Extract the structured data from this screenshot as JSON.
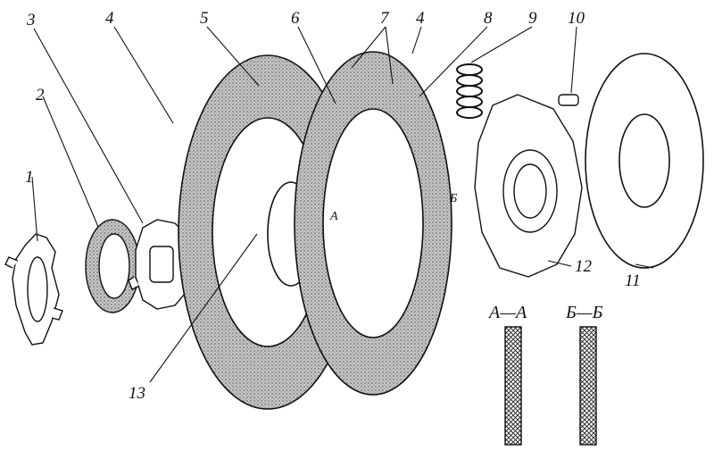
{
  "part_labels": [
    "1",
    "2",
    "3",
    "4",
    "5",
    "6",
    "7",
    "4",
    "8",
    "9",
    "10",
    "11",
    "12",
    "13"
  ],
  "section_labels": {
    "aa": "А—А",
    "bb": "Б—Б",
    "mark_a": "А",
    "mark_b": "Б"
  },
  "colors": {
    "ink": "#111111",
    "paper": "#ffffff",
    "friction": "#9a9a9a"
  }
}
